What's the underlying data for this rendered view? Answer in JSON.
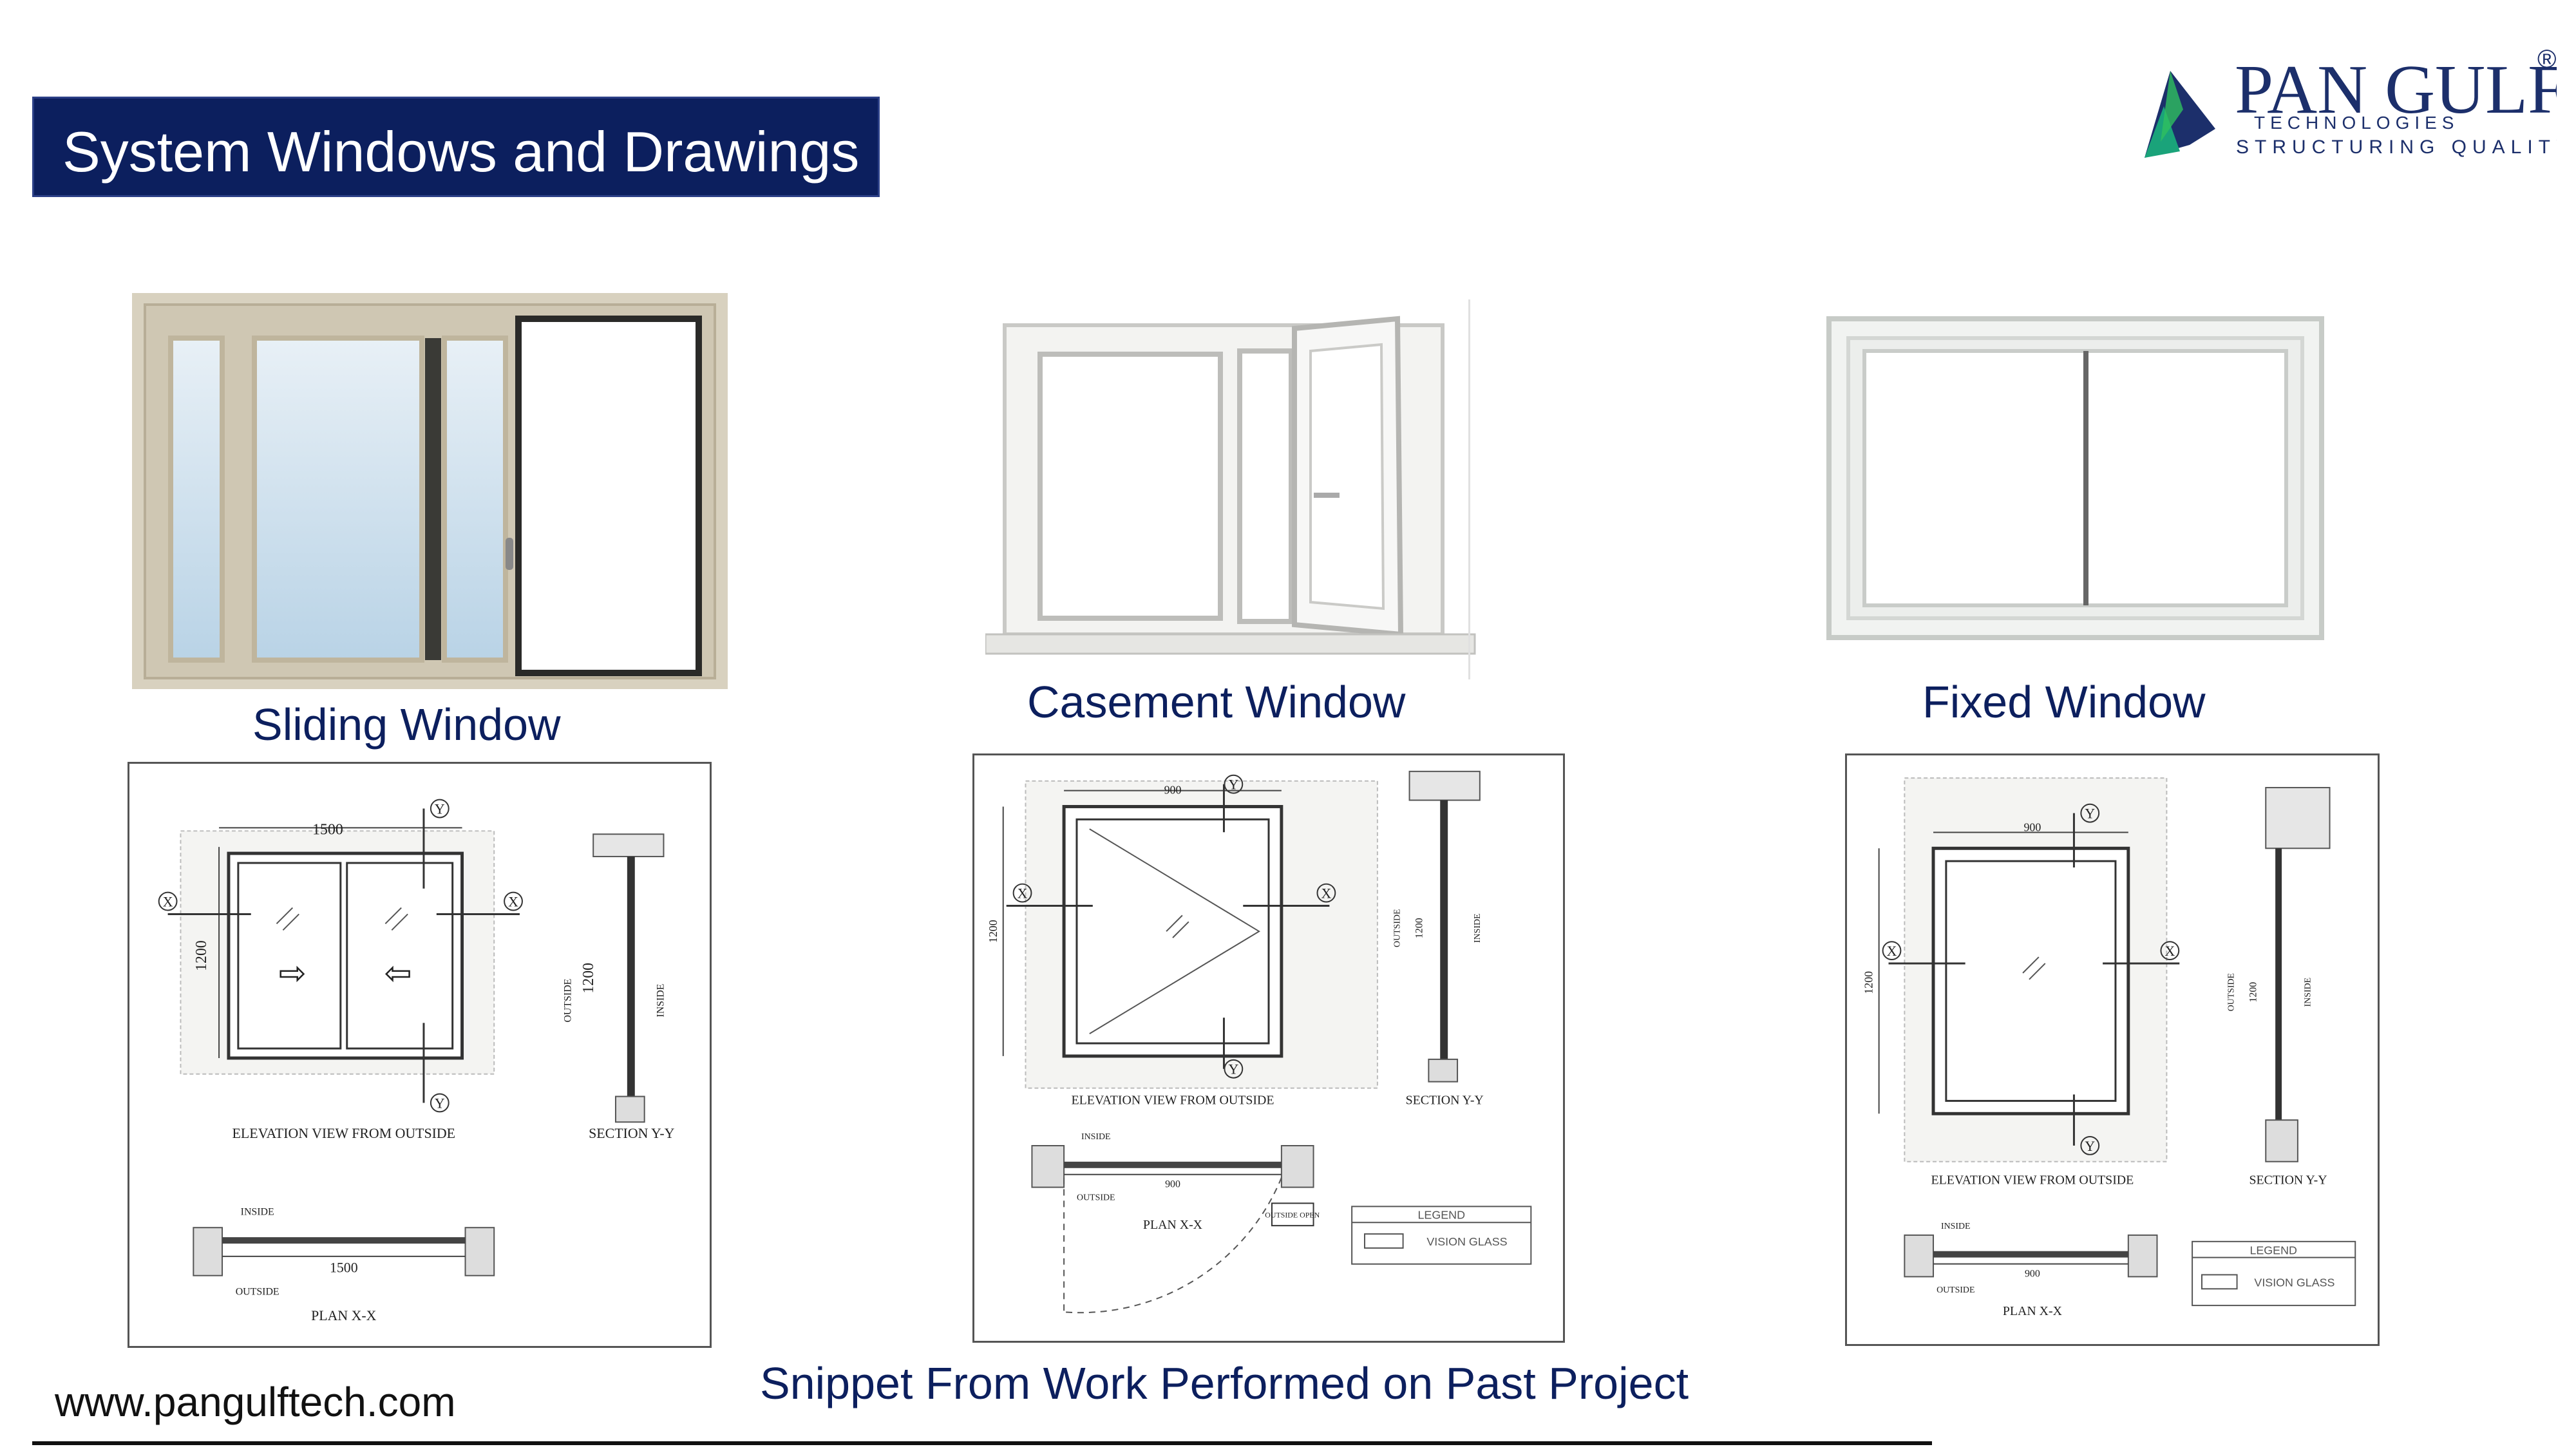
{
  "header": {
    "title": "System Windows and Drawings"
  },
  "logo": {
    "name_line": "PAN GULF",
    "sub_line": "TECHNOLOGIES",
    "tagline": "STRUCTURING QUALITY",
    "registered": "®",
    "colors": {
      "navy": "#1c2f6b",
      "teal": "#1aa37a",
      "green": "#2fbf5f"
    }
  },
  "windows": [
    {
      "caption": "Sliding Window"
    },
    {
      "caption": "Casement Window"
    },
    {
      "caption": "Fixed Window"
    }
  ],
  "drawings": {
    "sliding": {
      "width_dim": "1500",
      "height_dim": "1200",
      "plan_dim": "1500",
      "section_height": "1200",
      "elevation_label": "ELEVATION VIEW FROM OUTSIDE",
      "section_label": "SECTION Y-Y",
      "plan_label": "PLAN X-X",
      "inside": "INSIDE",
      "outside": "OUTSIDE",
      "x_marker": "X",
      "y_marker": "Y"
    },
    "casement": {
      "width_dim": "900",
      "height_dim": "1200",
      "plan_dim": "900",
      "section_height": "1200",
      "elevation_label": "ELEVATION VIEW FROM OUTSIDE",
      "section_label": "SECTION Y-Y",
      "plan_label": "PLAN X-X",
      "inside": "INSIDE",
      "outside": "OUTSIDE",
      "outside_open": "OUTSIDE OPEN",
      "legend_title": "LEGEND",
      "legend_item": "VISION  GLASS",
      "x_marker": "X",
      "y_marker": "Y"
    },
    "fixed": {
      "width_dim": "900",
      "height_dim": "1200",
      "plan_dim": "900",
      "section_height": "1200",
      "elevation_label": "ELEVATION VIEW FROM OUTSIDE",
      "section_label": "SECTION Y-Y",
      "plan_label": "PLAN X-X",
      "inside": "INSIDE",
      "outside": "OUTSIDE",
      "legend_title": "LEGEND",
      "legend_item": "VISION  GLASS",
      "x_marker": "X",
      "y_marker": "Y"
    }
  },
  "footer": {
    "website": "www.pangulftech.com",
    "snippet": "Snippet From Work Performed on Past Project"
  }
}
